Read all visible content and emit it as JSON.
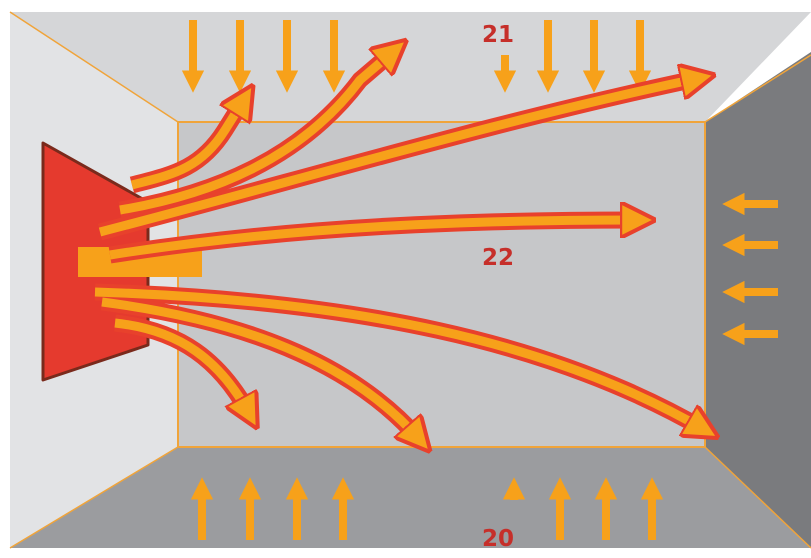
{
  "labels": {
    "top": "21",
    "center": "22",
    "bottom": "20"
  },
  "colors": {
    "ceiling": "#d5d6d8",
    "floor": "#9b9c9f",
    "left_wall": "#e2e3e5",
    "right_wall": "#7a7b7e",
    "back_wall": "#c6c7c9",
    "edge_line": "#f0a43a",
    "heater_fill": "#e53a2e",
    "heater_border": "#7a2a1c",
    "arrow_orange": "#f7a11a",
    "arrow_red": "#e8412c",
    "label_text": "#c62f2a"
  },
  "icons": {
    "heater": "radiant-heater-panel-icon",
    "small_arrows": "arrow-icon"
  }
}
